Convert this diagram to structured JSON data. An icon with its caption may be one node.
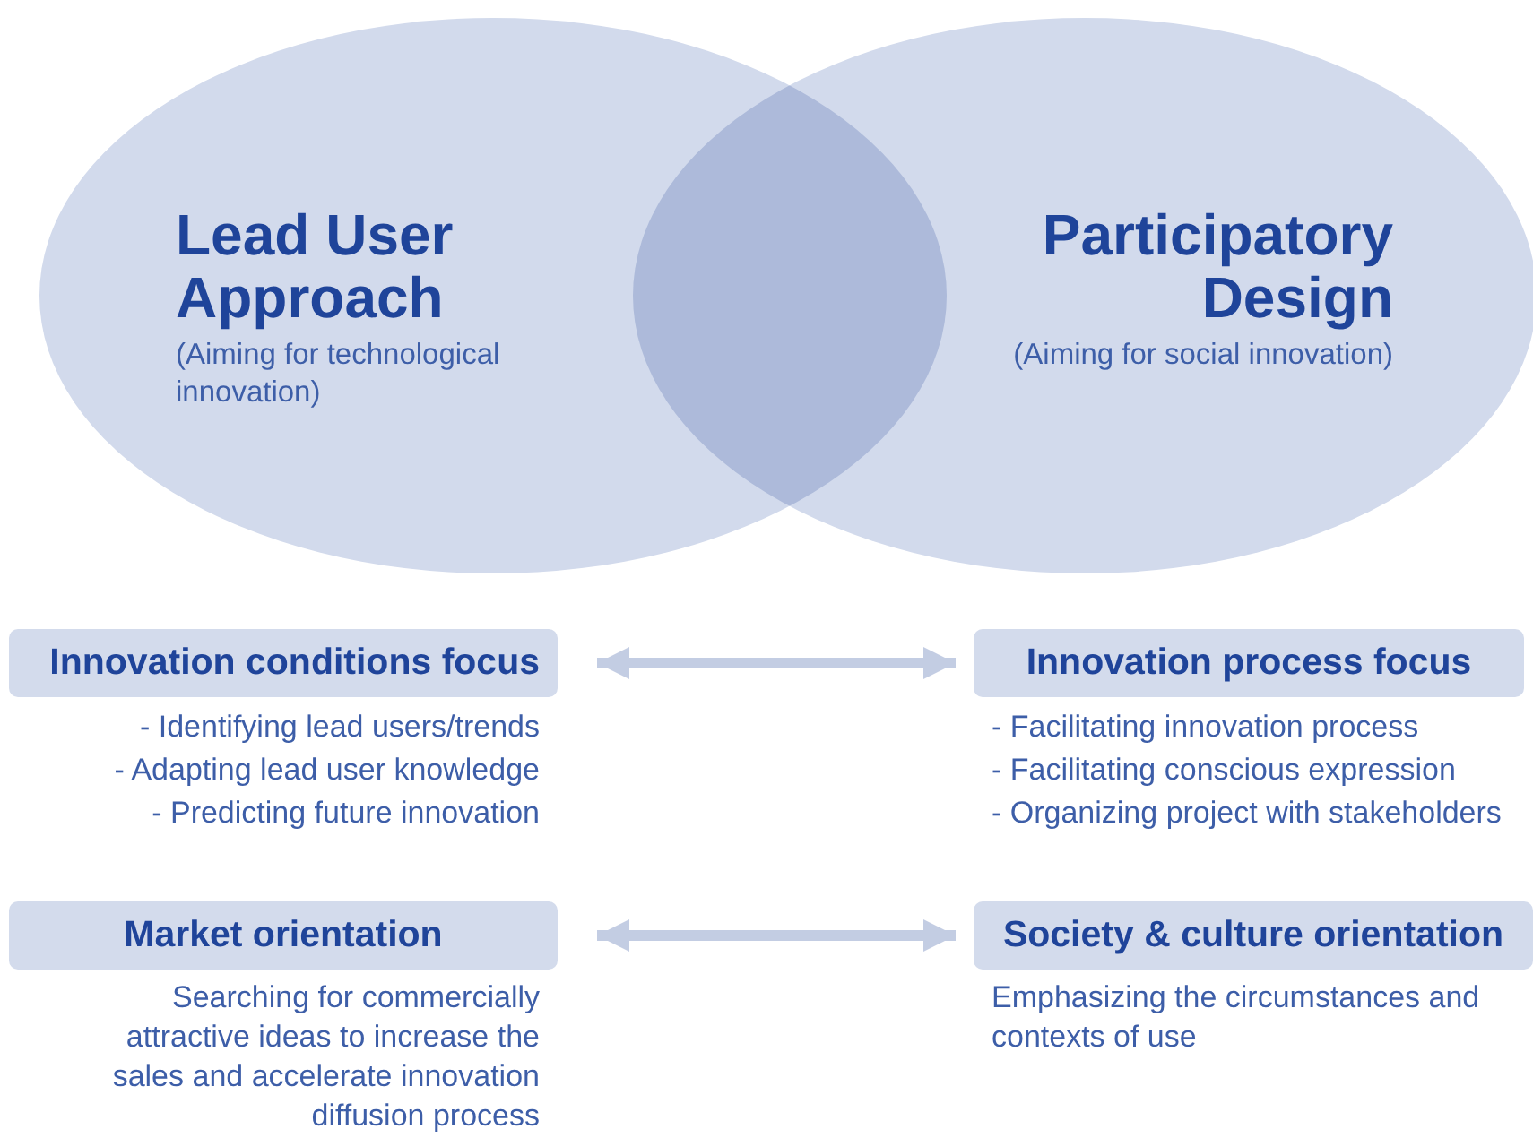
{
  "diagram": {
    "nodes": [
      {
        "text": [
          "Lead User Approach",
          "(Aiming for technological innovation)"
        ]
      },
      {
        "text": [
          "Participatory Design",
          "(Aiming for social innovation)"
        ]
      },
      {
        "text": [
          "Innovation conditions focus"
        ],
        "beside": [
          "- Identifying lead users/trends",
          "- Adapting lead user knowledge",
          "- Predicting future innovation"
        ]
      },
      {
        "text": [
          "Innovation process focus"
        ],
        "beside": [
          "- Facilitating innovation process",
          "- Facilitating conscious expression",
          "- Organizing project with stakeholders"
        ]
      },
      {
        "text": [
          "Market orientation"
        ],
        "beside": [
          "Searching for commercially attractive ideas to increase the sales and accelerate innovation diffusion process"
        ]
      },
      {
        "text": [
          "Society & culture orientation"
        ],
        "beside": [
          "Emphasizing the circumstances and contexts of use"
        ]
      }
    ],
    "edges": [
      {
        "from": 2,
        "to": 3,
        "arrow": "both"
      },
      {
        "from": 4,
        "to": 5,
        "arrow": "both"
      }
    ]
  }
}
